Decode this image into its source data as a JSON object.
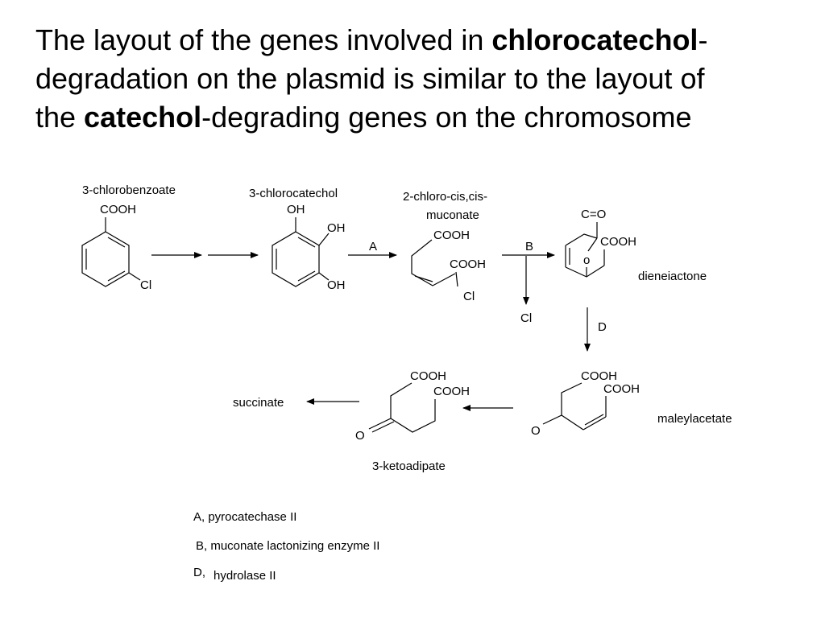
{
  "title": {
    "line1_pre": "The layout of the genes involved in ",
    "line1_bold": "chlorocatechol",
    "line1_post": "-",
    "line2": "degradation on the plasmid is similar to the layout of",
    "line3_pre": "the ",
    "line3_bold": "catechol",
    "line3_post": "-degrading genes on the chromosome"
  },
  "compounds": {
    "chlorobenzoate": {
      "name": "3-chlorobenzoate",
      "cooh": "COOH",
      "cl": "Cl"
    },
    "chlorocatechol": {
      "name": "3-chlorocatechol",
      "oh1": "OH",
      "oh2": "OH",
      "oh3": "OH"
    },
    "chloromuconate": {
      "name1": "2-chloro-cis,cis-",
      "name2": "muconate",
      "cooh1": "COOH",
      "cooh2": "COOH",
      "cl": "Cl"
    },
    "dienelactone": {
      "name": "dieneiactone",
      "co": "C=O",
      "cooh": "COOH",
      "o": "o"
    },
    "maleylacetate": {
      "name": "maleylacetate",
      "cooh1": "COOH",
      "cooh2": "COOH",
      "o": "O"
    },
    "ketoadipate": {
      "name": "3-ketoadipate",
      "cooh1": "COOH",
      "cooh2": "COOH",
      "o": "O"
    },
    "succinate": {
      "name": "succinate"
    }
  },
  "steps": {
    "a": "A",
    "b": "B",
    "d": "D",
    "cl_released": "Cl"
  },
  "legend": {
    "a": "A, pyrocatechase II",
    "b": "B, muconate lactonizing enzyme II",
    "d_letter": "D,",
    "d_name": "hydrolase II"
  }
}
